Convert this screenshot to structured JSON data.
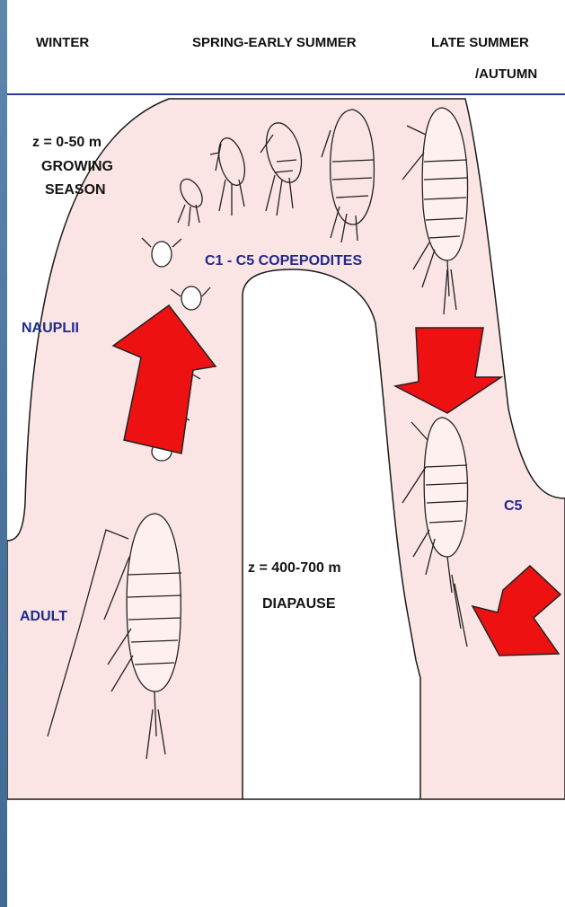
{
  "header": {
    "winter": "WINTER",
    "spring": "SPRING-EARLY SUMMER",
    "late_summer_line1": "LATE SUMMER",
    "late_summer_line2": "/AUTUMN"
  },
  "labels": {
    "surface_depth": "z = 0-50 m",
    "growing_line1": "GROWING",
    "growing_line2": "SEASON",
    "copepodites": "C1 - C5 COPEPODITES",
    "nauplii": "NAUPLII",
    "c5": "C5",
    "deep_depth": "z = 400-700 m",
    "diapause": "DIAPAUSE",
    "adult": "ADULT"
  },
  "colors": {
    "zone_fill": "#fbe4e4",
    "arrow_red": "#ee1111",
    "label_blue": "#1f2a8c",
    "header_rule": "#2b3a8f",
    "background_blue": "#4f77a0"
  }
}
